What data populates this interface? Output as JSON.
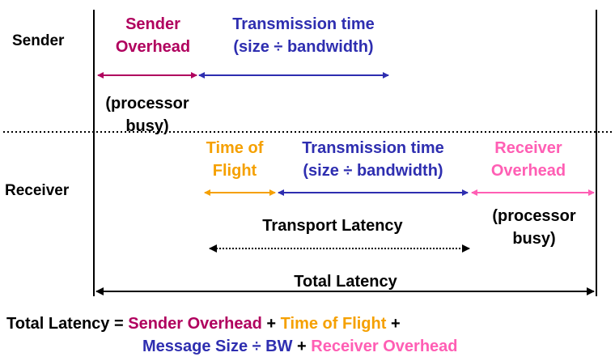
{
  "rows": {
    "sender": "Sender",
    "receiver": "Receiver"
  },
  "sender_row": {
    "overhead_line1": "Sender",
    "overhead_line2": "Overhead",
    "transmission_line1": "Transmission time",
    "transmission_line2": "(size ÷ bandwidth)",
    "processor_line1": "(processor",
    "processor_line2": "busy)"
  },
  "receiver_row": {
    "flight_line1": "Time of",
    "flight_line2": "Flight",
    "transmission_line1": "Transmission time",
    "transmission_line2": "(size ÷ bandwidth)",
    "overhead_line1": "Receiver",
    "overhead_line2": "Overhead",
    "processor_line1": "(processor",
    "processor_line2": "busy)"
  },
  "transport_latency": "Transport Latency",
  "total_latency": "Total Latency",
  "formula": {
    "lhs": "Total Latency =",
    "sender_overhead": "Sender Overhead",
    "plus1": "+",
    "time_of_flight": "Time of Flight",
    "plus2": "+",
    "message_size": "Message Size ÷ BW",
    "plus3": "+",
    "receiver_overhead": "Receiver Overhead"
  },
  "colors": {
    "sender_overhead": "#b0005e",
    "transmission": "#2e2eb0",
    "time_of_flight": "#f5a000",
    "receiver_overhead": "#ff5eb4",
    "black": "#000000"
  }
}
